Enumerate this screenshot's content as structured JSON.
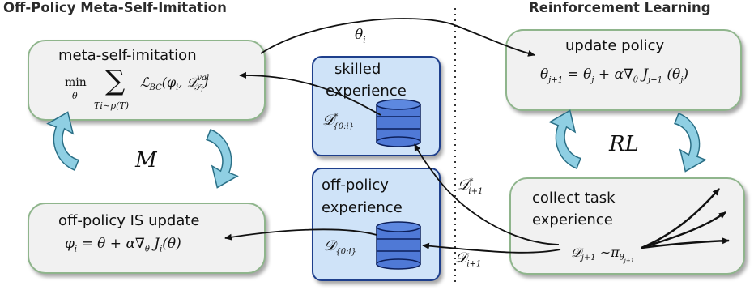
{
  "titles": {
    "left": "Off-Policy Meta-Self-Imitation",
    "right": "Reinforcement Learning"
  },
  "boxes": {
    "meta_self_imitation": {
      "label": "meta-self-imitation",
      "min_op": "min",
      "min_var": "θ",
      "sum_op": "∑",
      "sum_sub": "Ti∼p(T)",
      "formula": "L_BC(φ_i, D_Ti^val)"
    },
    "off_policy_is_update": {
      "label": "off-policy IS update",
      "formula": "φ_i = θ + α∇_θ J_i(θ)"
    },
    "update_policy": {
      "label": "update policy",
      "formula": "θ_{j+1} = θ_j + α∇_θ J_{j+1}(θ_j)"
    },
    "collect_task_experience": {
      "label_line1": "collect task",
      "label_line2": "experience",
      "formula": "D_{j+1} ∼ π_θ{j+1}"
    },
    "skilled_experience": {
      "label_line1": "skilled",
      "label_line2": "experience",
      "symbol": "D*_{0:i}"
    },
    "off_policy_experience": {
      "label_line1": "off-policy",
      "label_line2": "experience",
      "symbol": "D_{0:i}"
    }
  },
  "loops": {
    "meta_loop_label": "M",
    "rl_loop_label": "RL"
  },
  "edges": {
    "theta_i": "θ_i",
    "d_star_i_plus_1": "D*_{i+1}",
    "d_i_plus_1": "D_{i+1}"
  },
  "colors": {
    "box_fill": "#f1f1f1",
    "box_border": "#8fb58c",
    "db_box_fill": "#cfe3f8",
    "db_box_border": "#1e3f8c",
    "database": "#4f79d6",
    "loop_arrow": "#8fcfe3"
  }
}
